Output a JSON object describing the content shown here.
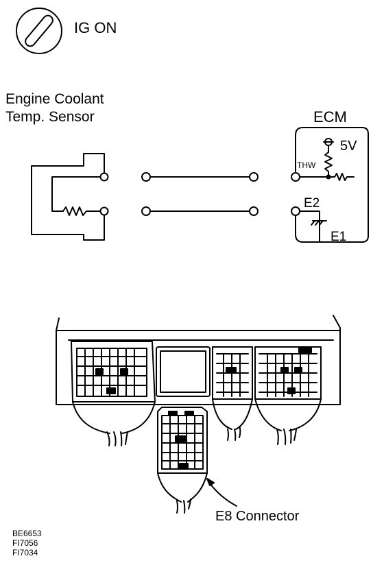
{
  "ignition": {
    "label": "IG ON"
  },
  "sensor": {
    "line1": "Engine Coolant",
    "line2": "Temp. Sensor"
  },
  "ecm": {
    "title": "ECM",
    "supply": "5V",
    "thw": "THW",
    "e2": "E2",
    "e1": "E1"
  },
  "connector": {
    "label": "E8 Connector"
  },
  "figure_codes": [
    "BE6653",
    "FI7056",
    "FI7034"
  ]
}
